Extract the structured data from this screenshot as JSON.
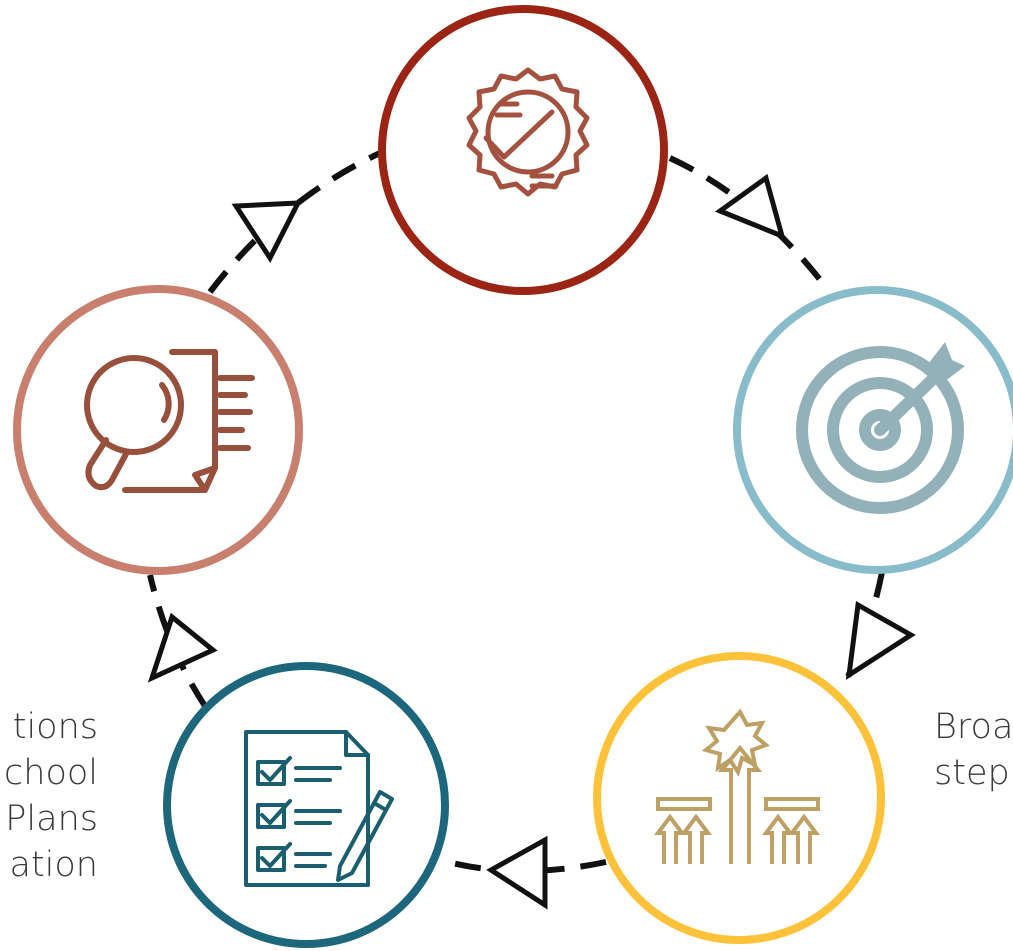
{
  "colors": {
    "connector": "#111111",
    "node_top": "#9b2414",
    "node_right": "#89bccb",
    "node_bottom_right": "#fdc23a",
    "node_bottom_left": "#1c677b",
    "node_left": "#c97f6d",
    "icon_top": "#a4523f",
    "icon_right": "#92b1b9",
    "icon_bottom_right": "#bfa064",
    "icon_bottom_left": "#1a5e70",
    "icon_left": "#98503d"
  },
  "nodes": [
    {
      "id": "top",
      "icon": "badge-check-icon"
    },
    {
      "id": "right",
      "icon": "target-icon"
    },
    {
      "id": "bottom-right",
      "icon": "growth-arrows-icon"
    },
    {
      "id": "bottom-left",
      "icon": "checklist-icon"
    },
    {
      "id": "left",
      "icon": "magnifier-document-icon"
    }
  ],
  "left_text": [
    "tions",
    "chool",
    "Plans",
    "ation"
  ],
  "right_text": [
    "Broa",
    "step"
  ]
}
